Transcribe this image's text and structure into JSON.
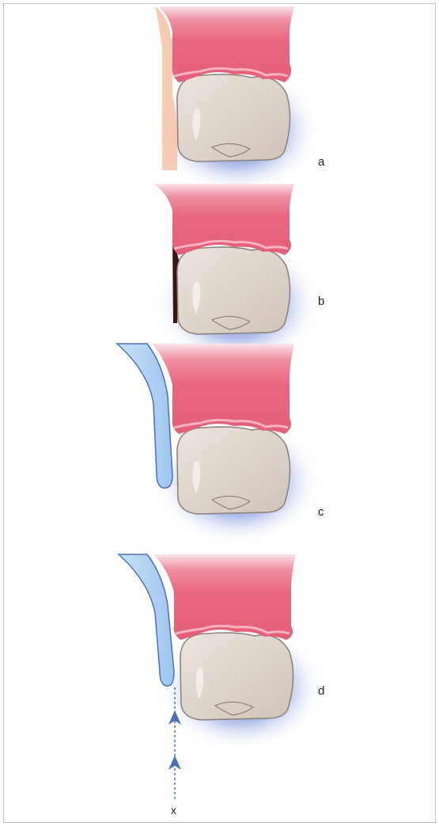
{
  "panels": [
    {
      "label": "a",
      "variant": "a"
    },
    {
      "label": "b",
      "variant": "b"
    },
    {
      "label": "c",
      "variant": "c"
    },
    {
      "label": "d",
      "variant": "d"
    }
  ],
  "arrow_label": "x",
  "colors": {
    "gum": "#ea6a82",
    "gum_light": "#f4a0b0",
    "tooth": "#dcd2c8",
    "tooth_outline": "#8a7f76",
    "shadow": "#4f6fd0",
    "shield": "#a9cdf0",
    "shield_outline": "#4a6fb8",
    "dark_gap": "#3a1414",
    "arrow": "#4a6fb8"
  }
}
